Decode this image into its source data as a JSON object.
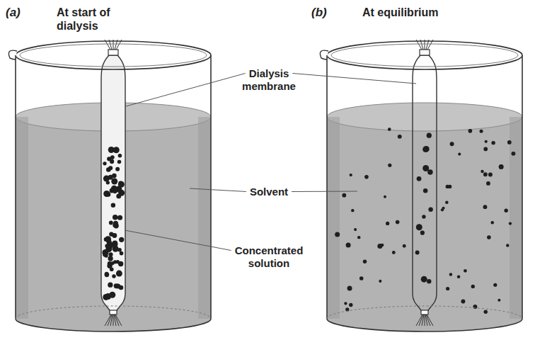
{
  "diagram": {
    "labels": [
      "(a)",
      "At start of dialysis",
      "(b)",
      "At equilibrium",
      "Dialysis membrane",
      "Solvent",
      "Concentrated solution"
    ]
  }
}
